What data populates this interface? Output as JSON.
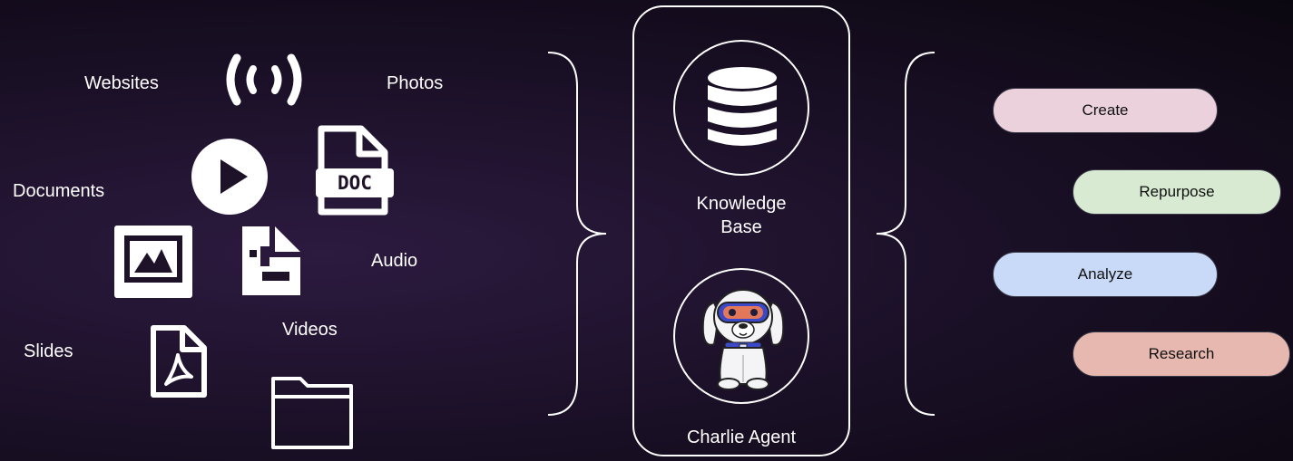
{
  "sources": {
    "websites": "Websites",
    "photos": "Photos",
    "documents": "Documents",
    "audio": "Audio",
    "slides": "Slides",
    "videos": "Videos"
  },
  "icons": [
    "broadcast-icon",
    "play-icon",
    "doc-file-icon",
    "image-icon",
    "file-layout-icon",
    "pdf-icon",
    "folder-icon",
    "database-icon",
    "robot-dog-icon"
  ],
  "hub": {
    "knowledge_base": "Knowledge Base",
    "agent": "Charlie Agent"
  },
  "actions": [
    {
      "label": "Create",
      "color": "#ead1dc"
    },
    {
      "label": "Repurpose",
      "color": "#d9ead3"
    },
    {
      "label": "Analyze",
      "color": "#c9daf8"
    },
    {
      "label": "Research",
      "color": "#e6b8af"
    }
  ]
}
